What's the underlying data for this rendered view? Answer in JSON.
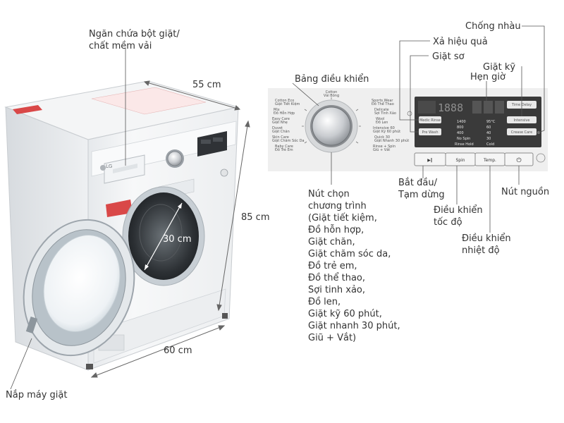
{
  "machine": {
    "brand": "LG"
  },
  "dimensions": {
    "depth": "55 cm",
    "height": "85 cm",
    "width": "60 cm",
    "door": "30 cm"
  },
  "labels": {
    "detergent_drawer": [
      "Ngăn chứa bột giặt/",
      "chất mềm vải"
    ],
    "door_lid": "Nắp máy giặt",
    "control_panel": "Bảng điều khiển",
    "crease_care": "Chống nhàu",
    "rinse_plus": "Xả hiệu quả",
    "pre_wash": "Giặt sơ",
    "intensive": "Giặt kỹ",
    "timer": "Hẹn giờ",
    "start_pause": [
      "Bắt đầu/",
      "Tạm dừng"
    ],
    "spin_control": [
      "Điều khiển",
      "tốc độ"
    ],
    "temp_control": [
      "Điều khiển",
      "nhiệt độ"
    ],
    "power": "Nút nguồn"
  },
  "program_selector": {
    "title": [
      "Nút chọn",
      "chương trình"
    ],
    "items": [
      "(Giặt tiết kiệm,",
      "Đồ hỗn hợp,",
      "Giặt chăn,",
      "Giặt chăm sóc da,",
      "Đồ trẻ em,",
      "Đồ thể thao,",
      "Sợi tinh xảo,",
      "Đồ len,",
      "Giặt kỹ 60 phút,",
      "Giặt nhanh 30 phút,",
      "Giũ + Vắt)"
    ]
  },
  "panel": {
    "dial_top": [
      "Cotton",
      "Vải Bông"
    ],
    "left_programs": [
      [
        "Cotton Eco",
        "Giặt Tiết Kiệm"
      ],
      [
        "Mix",
        "Đồ Hỗn Hợp"
      ],
      [
        "Easy Care",
        "Giặt Nhẹ"
      ],
      [
        "Duvet",
        "Giặt Chăn"
      ],
      [
        "Skin Care",
        "Giặt Chăm Sóc Da"
      ],
      [
        "Baby Care",
        "Đồ Trẻ Em"
      ]
    ],
    "right_programs": [
      [
        "Sports Wear",
        "Đồ Thể Thao"
      ],
      [
        "Delicate",
        "Sợi Tinh Xảo"
      ],
      [
        "Wool",
        "Đồ Len"
      ],
      [
        "Intensive 60",
        "Giặt Kỹ 60 phút"
      ],
      [
        "Quick 30",
        "Giặt Nhanh 30 phút"
      ],
      [
        "Rinse + Spin",
        "Giũ + Vắt"
      ]
    ],
    "display": "1888",
    "option_buttons": {
      "medic_rinse": "Medic Rinse",
      "pre_wash": "Pre Wash",
      "time_delay": "Time Delay",
      "intensive": "Intensive",
      "crease_care": "Crease Care"
    },
    "spin_values": [
      "1400",
      "800",
      "400",
      "No Spin",
      "Rinse Hold"
    ],
    "temp_values": [
      "95°C",
      "60",
      "40",
      "30",
      "Cold"
    ],
    "bottom_buttons": {
      "start": "▶‖",
      "spin": "Spin",
      "temp": "Temp.",
      "power": "⏻"
    },
    "colors": {
      "panel_bg": "#f0f0f0",
      "display_bg": "#3a3a3a",
      "text": "#333333",
      "line": "#555555"
    }
  }
}
